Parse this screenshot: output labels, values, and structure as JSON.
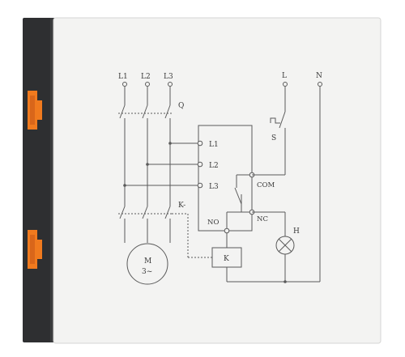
{
  "colors": {
    "background": "#ffffff",
    "panel": "#f3f3f2",
    "din_rail": "#2e2f31",
    "clip": "#f07a1e",
    "line": "#5a5a5a",
    "text": "#3a3a3a"
  },
  "labels": {
    "supply_l1": "L1",
    "supply_l2": "L2",
    "supply_l3": "L3",
    "breaker_q": "Q",
    "contactor_k": "K-",
    "motor_m": "M",
    "motor_3": "3~",
    "relay_l1": "L1",
    "relay_l2": "L2",
    "relay_l3": "L3",
    "relay_com": "COM",
    "relay_no": "NO",
    "relay_nc": "NC",
    "coil_k": "K",
    "supply_l": "L",
    "supply_n": "N",
    "switch_s": "S",
    "lamp_h": "H"
  },
  "icons": [
    "din-rail",
    "orange-clip",
    "switch-icon",
    "motor-icon",
    "lamp-icon",
    "coil-icon"
  ]
}
